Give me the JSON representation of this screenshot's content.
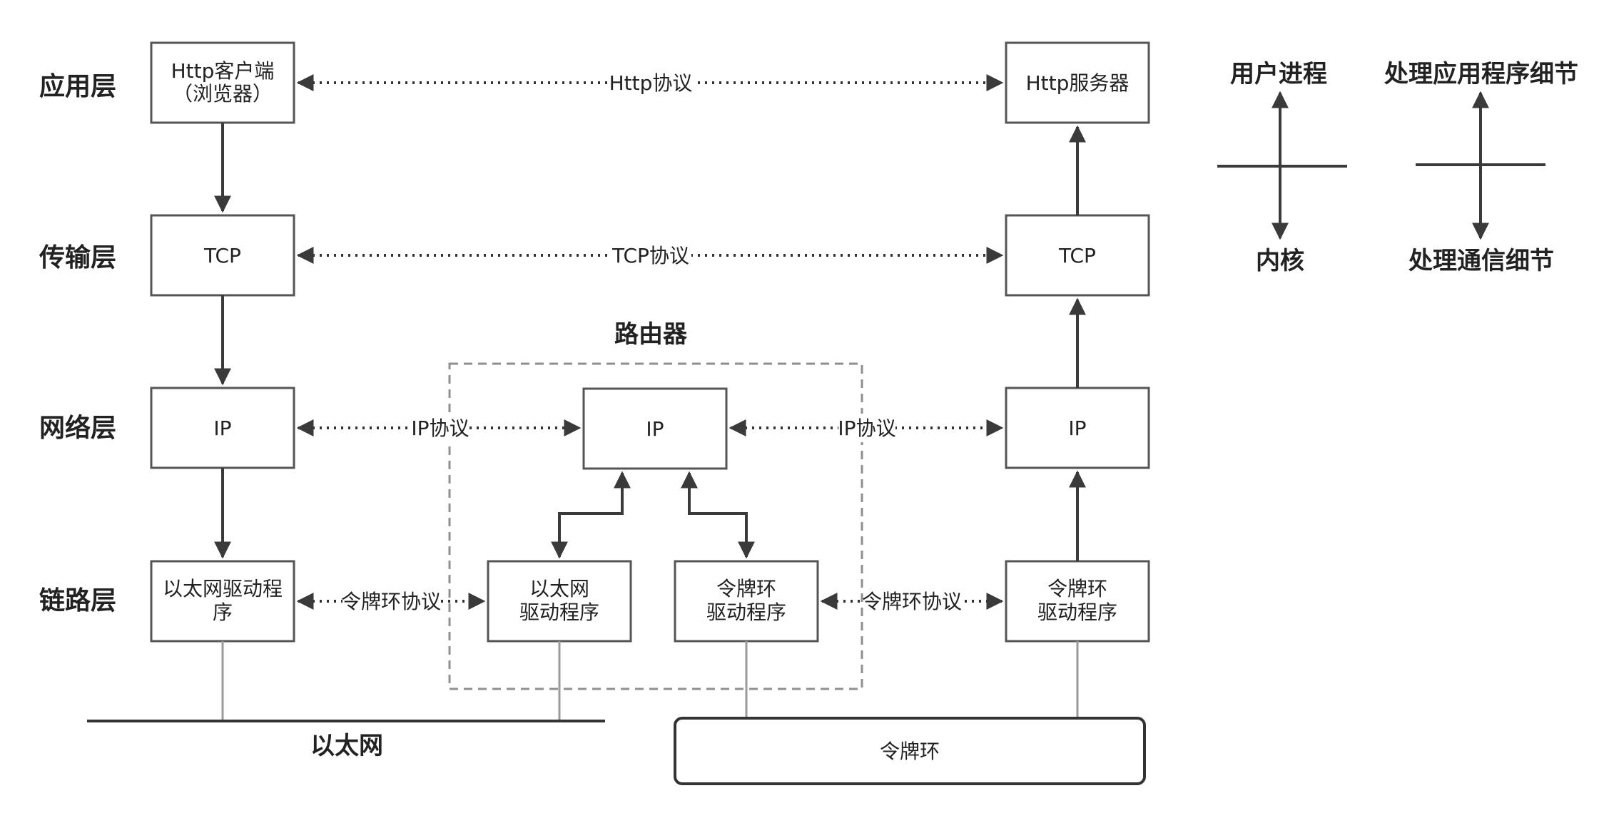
{
  "layers": {
    "application": "应用层",
    "transport": "传输层",
    "network": "网络层",
    "link": "链路层"
  },
  "client": {
    "app": [
      "Http客户端",
      "（浏览器）"
    ],
    "tcp": "TCP",
    "ip": "IP",
    "link": [
      "以太网驱动程",
      "序"
    ]
  },
  "server": {
    "app": "Http服务器",
    "tcp": "TCP",
    "ip": "IP",
    "link": [
      "令牌环",
      "驱动程序"
    ]
  },
  "router": {
    "title": "路由器",
    "ip": "IP",
    "eth_driver": [
      "以太网",
      "驱动程序"
    ],
    "token_driver": [
      "令牌环",
      "驱动程序"
    ]
  },
  "protocols": {
    "http": "Http协议",
    "tcp": "TCP协议",
    "ip_left": "IP协议",
    "ip_right": "IP协议",
    "token_left": "令牌环协议",
    "token_right": "令牌环协议"
  },
  "networks": {
    "ethernet": "以太网",
    "token_ring": "令牌环"
  },
  "legend": {
    "left_top": "用户进程",
    "left_bottom": "内核",
    "right_top": "处理应用程序细节",
    "right_bottom": "处理通信细节"
  }
}
